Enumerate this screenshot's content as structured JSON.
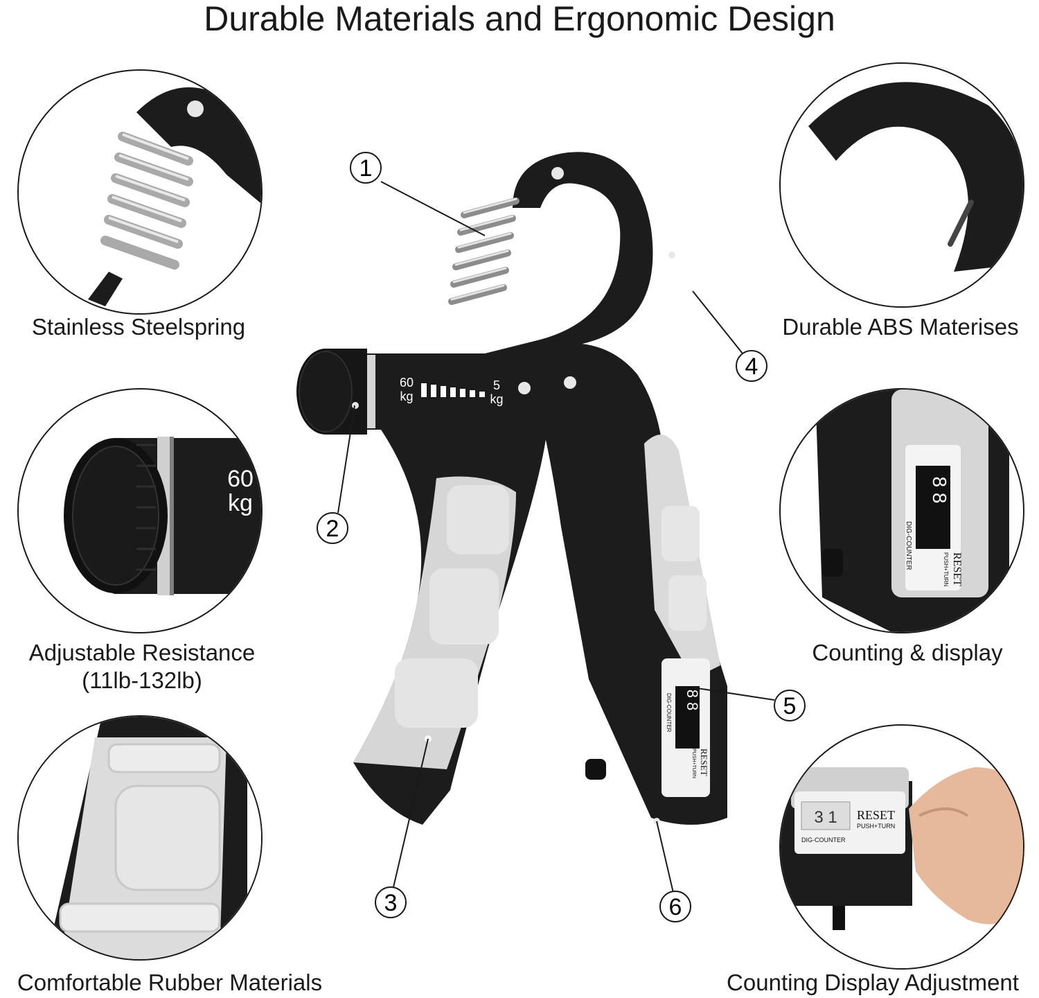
{
  "title": "Durable Materials and Ergonomic Design",
  "features": {
    "spring": "Stainless Steelspring",
    "abs": "Durable ABS Materises",
    "resistance_line1": "Adjustable Resistance",
    "resistance_line2": "(11lb-132lb)",
    "counting": "Counting & display",
    "rubber": "Comfortable Rubber Materials",
    "adjustment": "Counting Display Adjustment"
  },
  "callouts": [
    "1",
    "2",
    "3",
    "4",
    "5",
    "6"
  ],
  "device": {
    "scale_max": "60",
    "scale_max_unit": "kg",
    "scale_min": "5",
    "scale_min_unit": "kg",
    "counter_digits": "8 8",
    "counter_brand": "DIG-COUNTER",
    "reset": "RESET",
    "push_turn": "PUSH+TURN"
  },
  "zoom_knob": {
    "value": "60",
    "unit": "kg"
  },
  "zoom_counter": {
    "digits": "8 8",
    "brand": "DIG-COUNTER",
    "reset": "RESET",
    "push_turn": "PUSH+TURN"
  },
  "zoom_adjust": {
    "digits": "3 1",
    "brand": "DIG-COUNTER",
    "reset": "RESET",
    "push_turn": "PUSH+TURN"
  },
  "colors": {
    "body": "#1c1c1c",
    "grip": "#d9d9d9",
    "spring": "#b8b8b8",
    "outline": "#1a1a1a"
  }
}
